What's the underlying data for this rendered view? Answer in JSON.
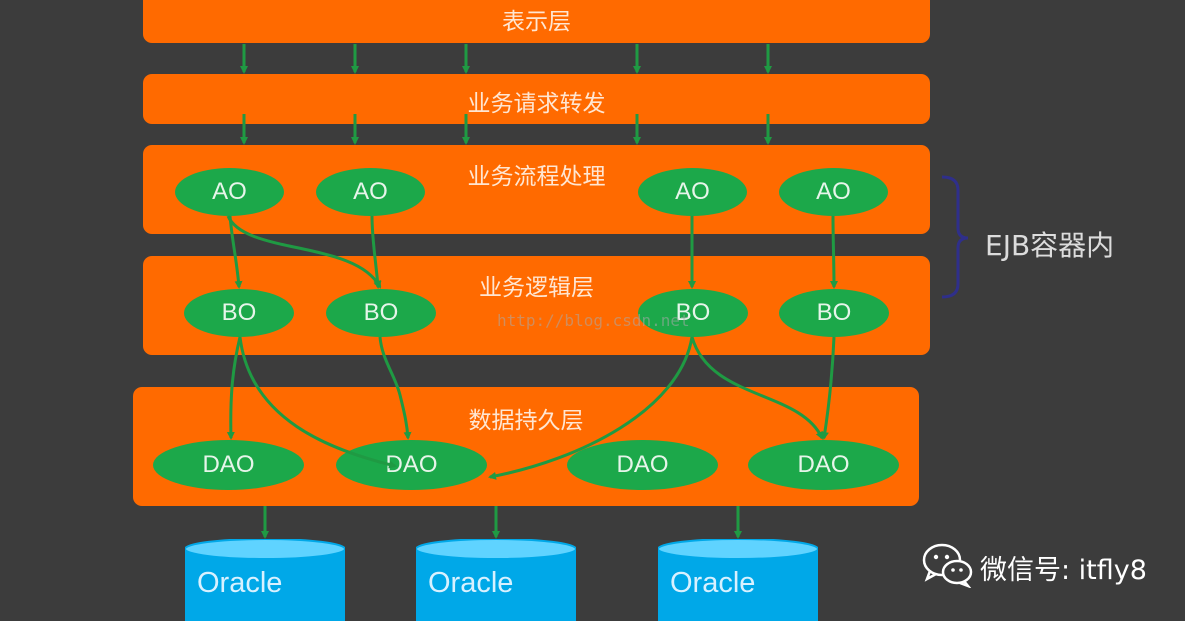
{
  "layers": {
    "presentation": "表示层",
    "request_forward": "业务请求转发",
    "process": "业务流程处理",
    "logic": "业务逻辑层",
    "persistence": "数据持久层"
  },
  "nodes": {
    "ao": [
      "AO",
      "AO",
      "AO",
      "AO"
    ],
    "bo": [
      "BO",
      "BO",
      "BO",
      "BO"
    ],
    "dao": [
      "DAO",
      "DAO",
      "DAO",
      "DAO"
    ]
  },
  "databases": [
    "Oracle",
    "Oracle",
    "Oracle"
  ],
  "annotation": {
    "ejb_label": "EJB容器内"
  },
  "watermark": "http://blog.csdn.net",
  "wechat": {
    "label": "微信号: itfly8"
  },
  "colors": {
    "background": "#3c3c3c",
    "layer": "#ff6a00",
    "node": "#1ca84a",
    "arrow": "#1f9a43",
    "database": "#00a8e8",
    "bracket": "#2f2f8a"
  }
}
